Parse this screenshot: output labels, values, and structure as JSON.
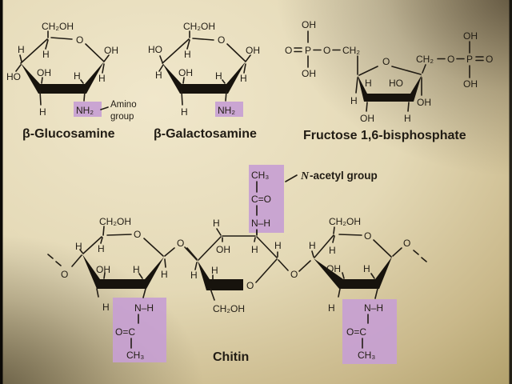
{
  "colors": {
    "background_cream": "#efe6ca",
    "background_khaki": "#c2ad74",
    "corner_shadow_dark": "#6b5e45",
    "edge_black": "#0b0906",
    "highlight_purple": "#c7a0d2",
    "ink": "#211c14"
  },
  "atoms": {
    "H": "H",
    "O": "O",
    "P": "P",
    "OH": "OH",
    "HO": "HO",
    "CH2": "CH₂",
    "CH2OH": "CH₂OH",
    "CH3": "CH₃",
    "NH2": "NH₂",
    "N_H": "N–H",
    "C_O": "C=O",
    "O_C": "O=C"
  },
  "glucosamine": {
    "title": "β-Glucosamine",
    "amino_line1": "Amino",
    "amino_line2": "group"
  },
  "galactosamine": {
    "title": "β-Galactosamine"
  },
  "fructose": {
    "title": "Fructose 1,6-bisphosphate"
  },
  "chitin": {
    "title": "Chitin",
    "n_acetyl_n": "N",
    "n_acetyl_rest": "-acetyl group"
  }
}
